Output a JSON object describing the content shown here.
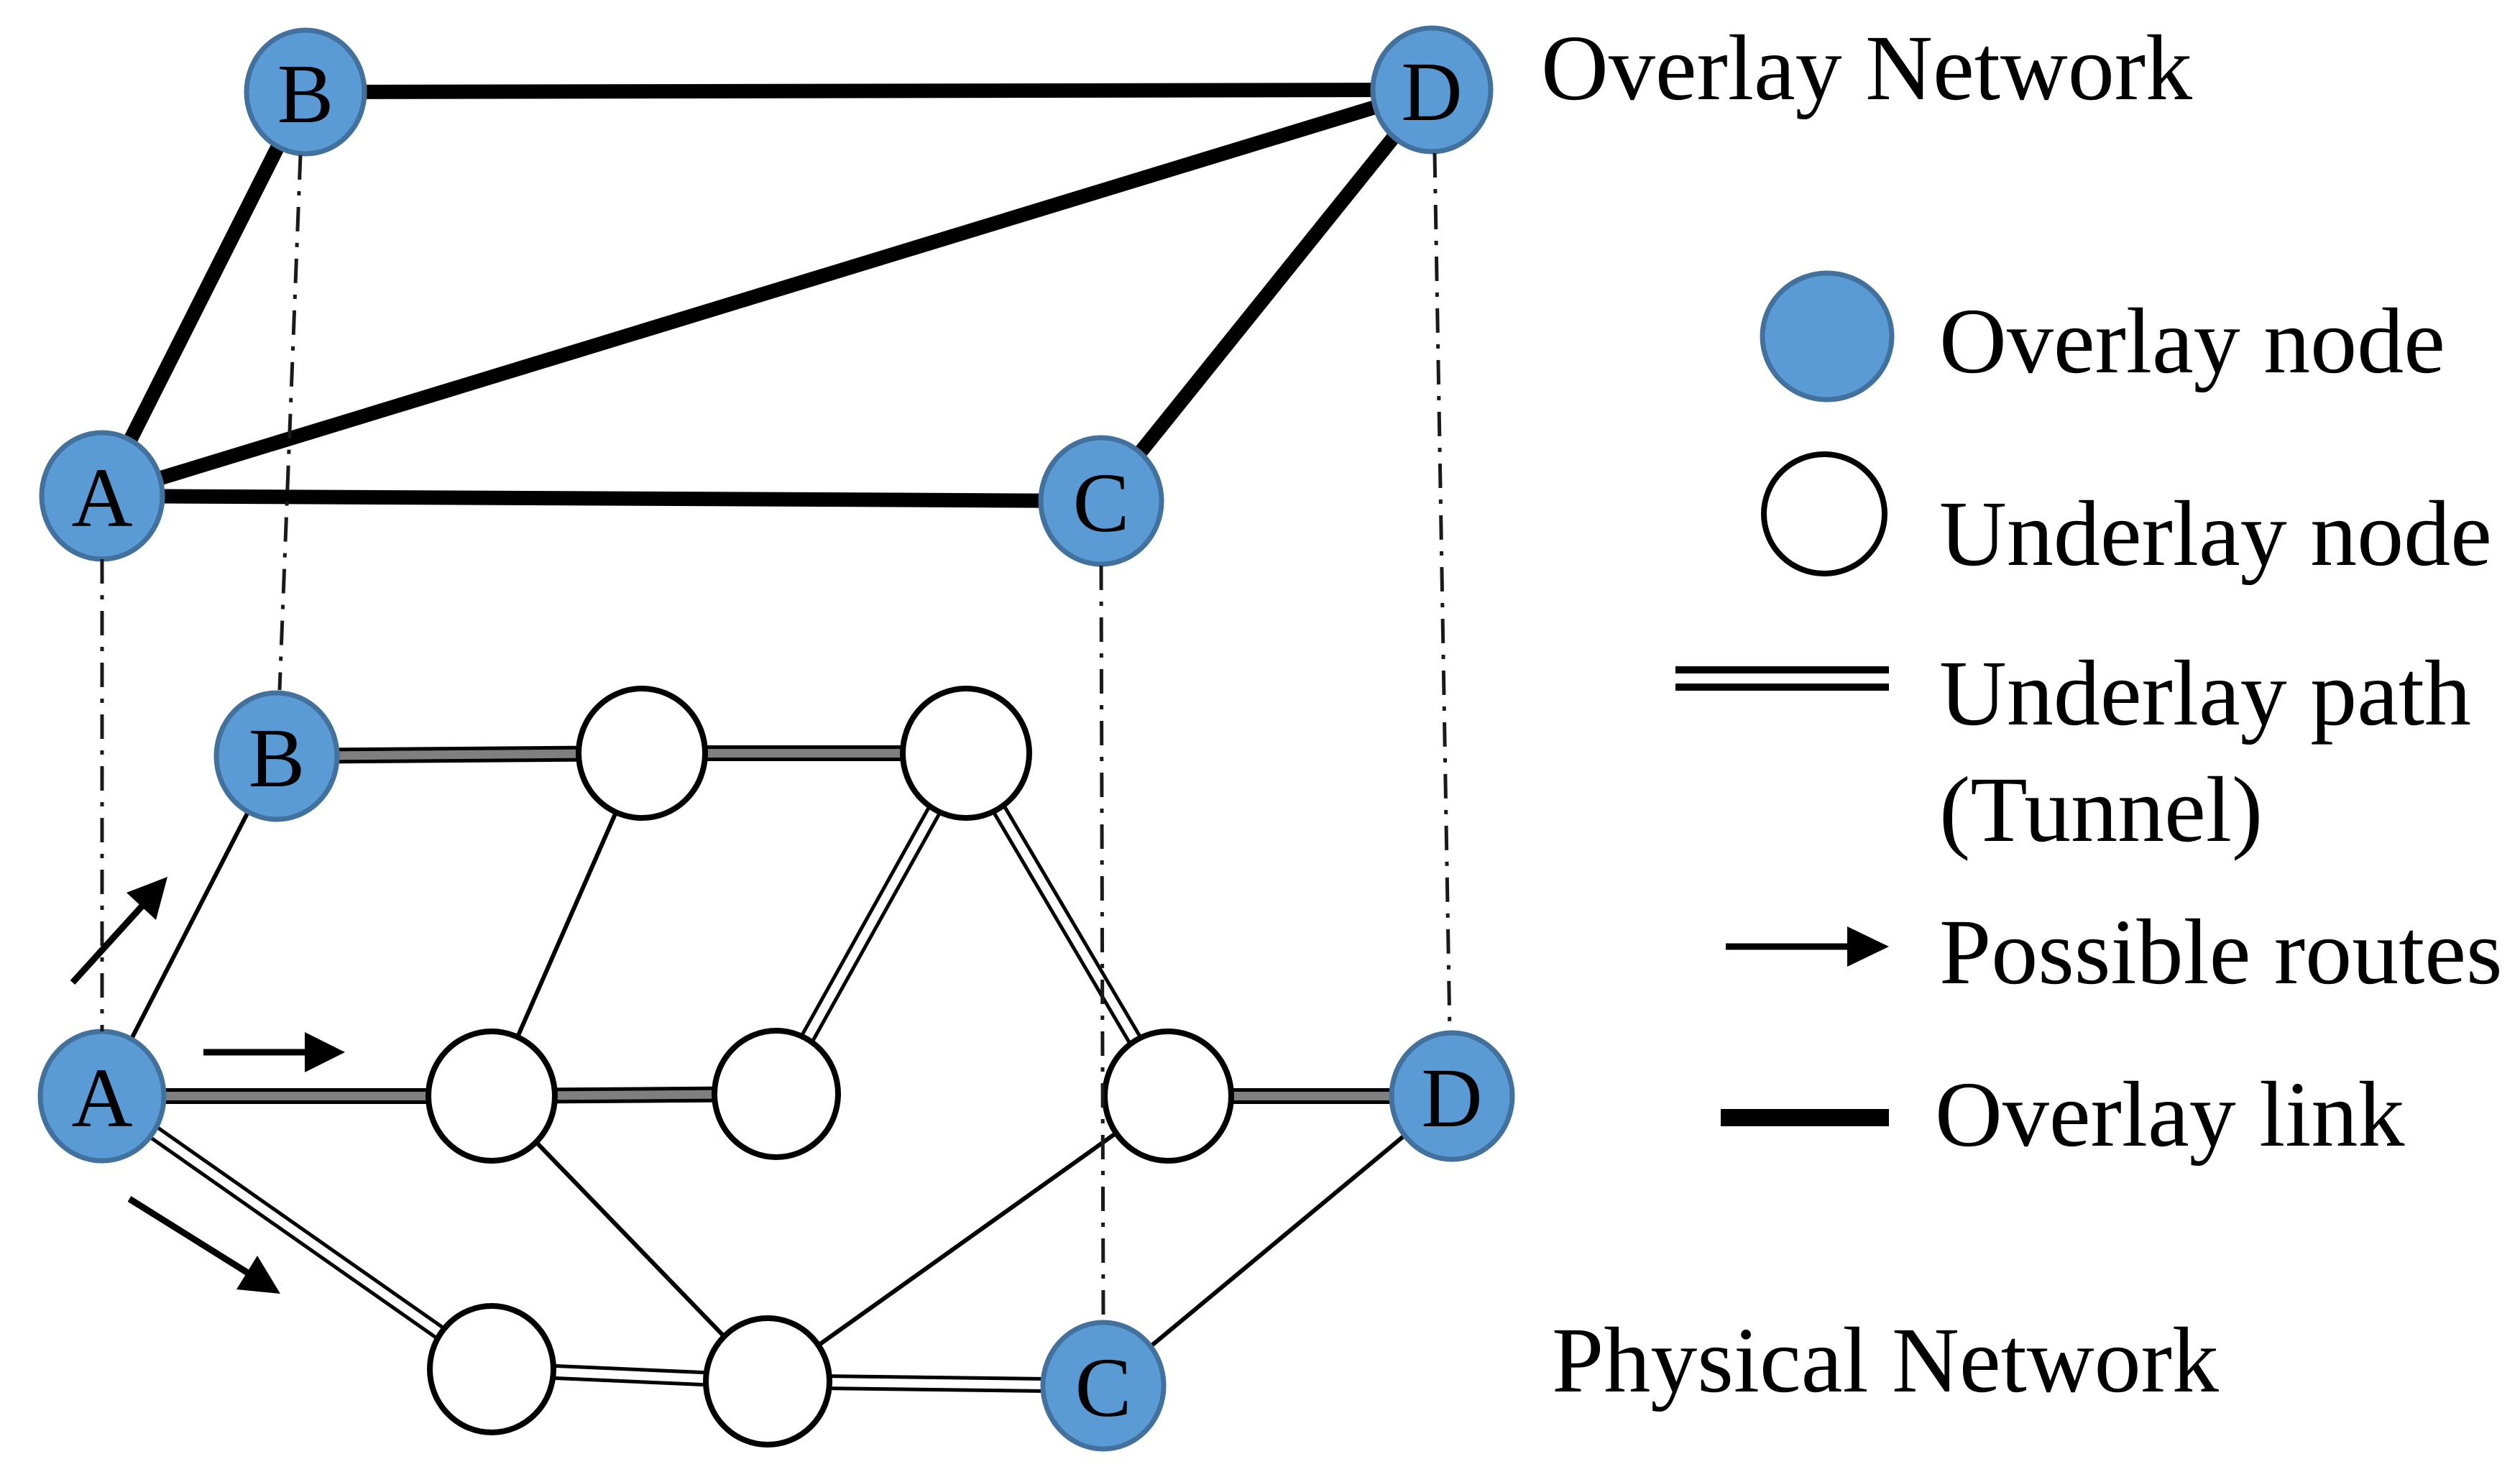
{
  "labels": {
    "overlay_network": "Overlay Network",
    "physical_network": "Physical Network"
  },
  "nodes": {
    "a": "A",
    "b": "B",
    "c": "C",
    "d": "D"
  },
  "legend": {
    "overlay_node": "Overlay node",
    "underlay_node": "Underlay node",
    "underlay_path_line1": "Underlay path",
    "underlay_path_line2": "(Tunnel)",
    "possible_routes": "Possible routes",
    "overlay_link": "Overlay link"
  },
  "colors": {
    "overlay_node_fill": "#5b9bd5",
    "overlay_node_border": "#41719c",
    "underlay_node_fill": "#ffffff",
    "line_black": "#000000",
    "tunnel_inner_gray": "#7f7f7f",
    "background": "#ffffff"
  },
  "graph": {
    "overlay_nodes": [
      "A",
      "B",
      "C",
      "D"
    ],
    "overlay_links": [
      [
        "A",
        "B"
      ],
      [
        "B",
        "D"
      ],
      [
        "A",
        "C"
      ],
      [
        "A",
        "D"
      ],
      [
        "C",
        "D"
      ]
    ],
    "physical_overlay_member_nodes": [
      "A",
      "B",
      "C",
      "D"
    ],
    "underlay_node_count": 7,
    "underlay_paths_tunnels": [
      [
        "B",
        "u1"
      ],
      [
        "u1",
        "u2"
      ],
      [
        "A",
        "u3"
      ],
      [
        "u3",
        "u4"
      ],
      [
        "u5",
        "D"
      ],
      [
        "A",
        "u6"
      ],
      [
        "u4",
        "u2"
      ],
      [
        "u2",
        "u5"
      ],
      [
        "u6",
        "u7"
      ],
      [
        "u7",
        "C"
      ]
    ],
    "physical_thin_links": [
      [
        "A",
        "B"
      ],
      [
        "u1",
        "u3"
      ],
      [
        "u3",
        "u7"
      ],
      [
        "u5",
        "u7"
      ],
      [
        "C",
        "D"
      ]
    ],
    "overlay_to_physical_mappings": [
      [
        "A",
        "A"
      ],
      [
        "B",
        "B"
      ],
      [
        "C",
        "C"
      ],
      [
        "D",
        "D"
      ]
    ],
    "possible_route_arrow_count": 3
  }
}
